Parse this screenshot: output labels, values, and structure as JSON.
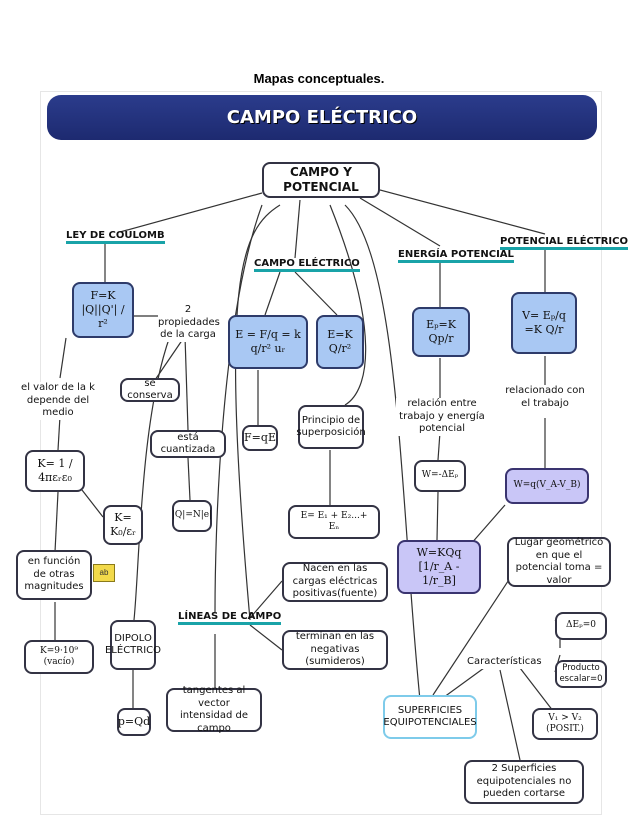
{
  "page": {
    "title": "Mapas conceptuales."
  },
  "map": {
    "banner": "CAMPO ELÉCTRICO",
    "center": "CAMPO Y POTENCIAL",
    "headings": {
      "coulomb": "LEY DE COULOMB",
      "campo": "CAMPO ELÉCTRICO",
      "energia": "ENERGÍA POTENCIAL",
      "potencial": "POTENCIAL ELÉCTRICO",
      "lineas": "LÍNEAS DE CAMPO"
    },
    "formulas": {
      "coulomb": "F=K |Q||Q'| / r²",
      "campo_vec": "E = F/q = k q/r² uᵣ",
      "campo_mod": "E=K Q/r²",
      "fqe": "F=qE",
      "superposicion": "E= E₁ + E₂...+ Eₙ",
      "energia": "Eₚ=K Qp/r",
      "delta": "W=-ΔEₚ",
      "trabajo": "W=KQq [1/r_A - 1/r_B]",
      "potencial": "V= Eₚ/q =K Q/r",
      "diferencia": "W=q(V_A-V_B)",
      "k_eps": "K= 1 / 4πεᵣε₀",
      "k_rel": "K= K₀/εᵣ",
      "k_vacio": "K=9·10⁹ (vacío)",
      "carga": "|Q|=N|e|",
      "dipolo": "p=Qd",
      "dep": "ΔEₚ=0",
      "va_vb": "V₁ > V₂ (POSIT.)"
    },
    "texts": {
      "propiedades": "2 propiedades de la carga",
      "valor_k": "el valor de la k depende del medio",
      "conserva": "se conserva",
      "cuantizada": "está cuantizada",
      "funcion": "en función de otras magnitudes",
      "dipolo": "DIPOLO ELÉCTRICO",
      "principio": "Principio de superposición",
      "relacion": "relación entre trabajo y energía potencial",
      "relacionado": "relacionado con el trabajo",
      "lugar": "Lugar geométrico en que el potencial toma = valor",
      "nacen": "Nacen en las cargas eléctricas positivas(fuente)",
      "terminan": "terminan en las negativas (sumideros)",
      "tangentes": "tangentes al vector intensidad de campo",
      "caracteristicas": "Características",
      "producto": "Producto escalar=0",
      "superficies": "SUPERFICIES EQUIPOTENCIALES",
      "no_cortarse": "2 Superficies equipotenciales no pueden cortarse"
    }
  },
  "colors": {
    "banner": "#1f2d78",
    "box_blue": "#a9c8f3",
    "box_purple": "#c9c6f7",
    "heading_underline": "#19a3a8"
  }
}
